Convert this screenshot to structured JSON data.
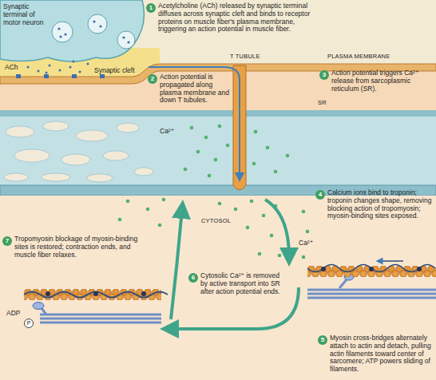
{
  "diagram": {
    "labels": [
      "Synaptic terminal of motor neuron",
      "Synaptic cleft",
      "ACh",
      "T TUBULE",
      "PLASMA MEMBRANE",
      "SR",
      "Ca²⁺",
      "CYTOSOL",
      "Ca²⁺",
      "1",
      "Acetylcholine (ACh) released by synaptic terminal diffuses across synaptic cleft and binds to receptor proteins on muscle fiber's plasma membrane, triggering an action potential in muscle fiber.",
      "2",
      "Action potential is propagated along plasma membrane and down T tubules.",
      "3",
      "Action potential triggers Ca²⁺ release from sarcoplasmic reticulum (SR).",
      "4",
      "Calcium ions bind to troponin; troponin changes shape, removing blocking action of tropomyosin; myosin-binding sites exposed.",
      "5",
      "Myosin cross-bridges alternately attach to actin and detach, pulling actin filaments toward center of sarcomere; ATP powers sliding of filaments.",
      "6",
      "Cytosolic Ca²⁺ is removed by active transport into SR after action potential ends.",
      "7",
      "Tropomyosin blockage of myosin-binding sites is restored; contraction ends, and muscle fiber relaxes.",
      "ADP",
      "P"
    ]
  }
}
